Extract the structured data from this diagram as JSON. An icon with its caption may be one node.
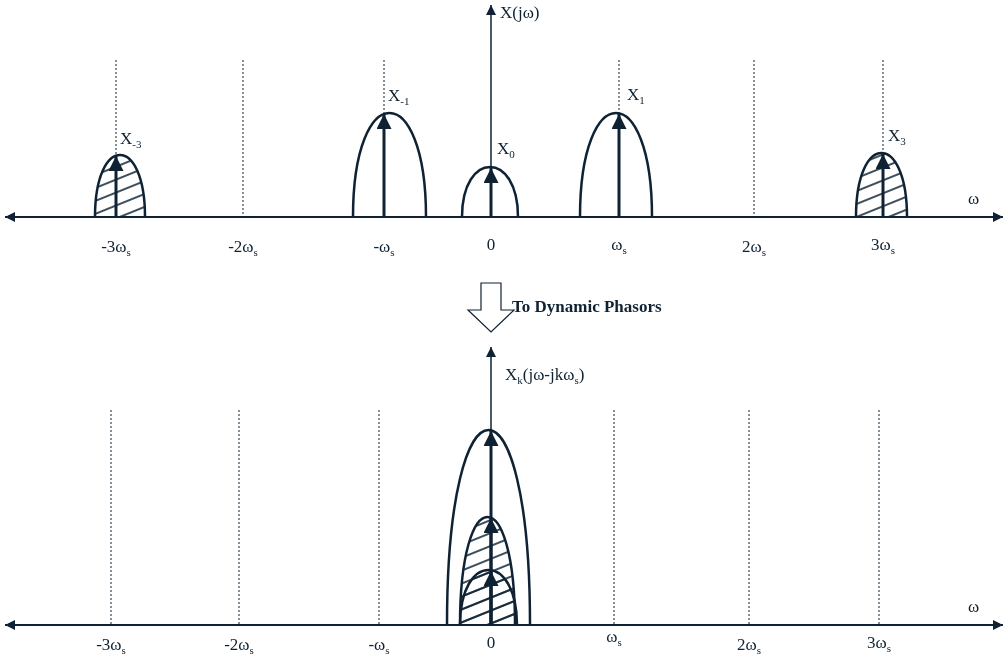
{
  "diagram": {
    "labels": [
      "X(jω)",
      "X$_{-1}$",
      "X$_{1}$",
      "X$_{0}$",
      "X$_{-3}$",
      "X$_{3}$",
      "ω",
      "-3ω$_{s}$",
      "-2ω$_{s}$",
      "-ω$_{s}$",
      "0",
      "ω$_{s}$",
      "2ω$_{s}$",
      "3ω$_{s}$",
      "To Dynamic Phasors",
      "X$_{k}$(jω-jkω$_{s}$)",
      "ω",
      "-3ω$_{s}$",
      "-2ω$_{s}$",
      "-ω$_{s}$",
      "0",
      "ω$_{s}$",
      "2ω$_{s}$",
      "3ω$_{s}$"
    ]
  }
}
